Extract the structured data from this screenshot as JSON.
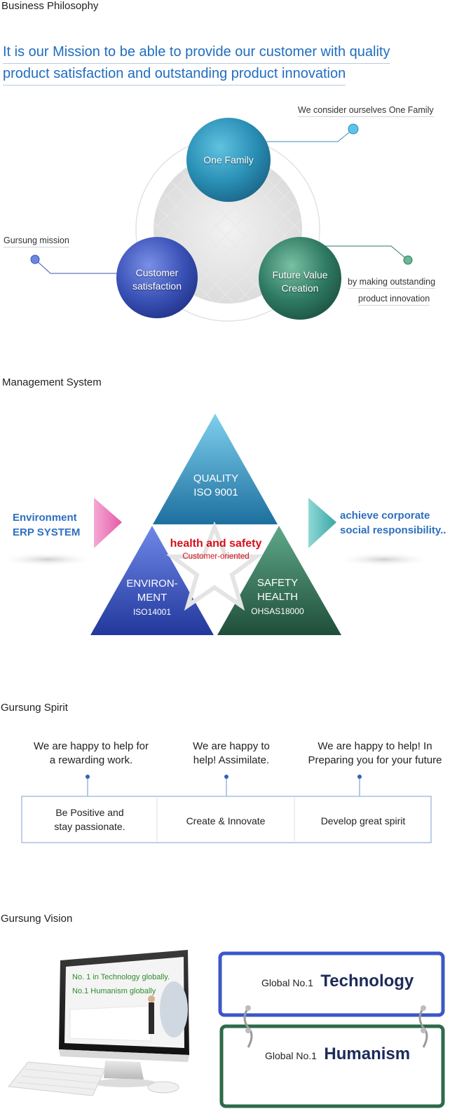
{
  "business": {
    "title": "Business Philosophy",
    "mission_line1": "It is our Mission to be able to provide our customer with quality",
    "mission_line2": "product satisfaction and outstanding product innovation",
    "circles": {
      "top": "One Family",
      "left_l1": "Customer",
      "left_l2": "satisfaction",
      "right_l1": "Future Value",
      "right_l2": "Creation"
    },
    "callouts": {
      "top": "We consider ourselves One Family",
      "left": "Gursung mission",
      "right_l1": "by making outstanding",
      "right_l2": "product innovation"
    }
  },
  "management": {
    "title": "Management System",
    "quality_l1": "QUALITY",
    "quality_l2": "ISO 9001",
    "env_l1": "ENVIRON-",
    "env_l2": "MENT",
    "env_l3": "ISO14001",
    "safety_l1": "SAFETY",
    "safety_l2": "HEALTH",
    "safety_l3": "OHSAS18000",
    "center_l1": "health and safety",
    "center_l2": "Customer-oriented",
    "left_l1": "Environment",
    "left_l2": "ERP SYSTEM",
    "right_l1": "achieve  corporate",
    "right_l2": "social responsibility.."
  },
  "spirit": {
    "title": "Gursung Spirit",
    "items": [
      {
        "top_l1": "We are happy to help for",
        "top_l2": "a rewarding work.",
        "box_l1": "Be Positive and",
        "box_l2": "stay passionate."
      },
      {
        "top_l1": "We are happy to",
        "top_l2": "help! Assimilate.",
        "box_l1": "Create & Innovate",
        "box_l2": ""
      },
      {
        "top_l1": "We are happy to help! In",
        "top_l2": "Preparing you for your future",
        "box_l1": "Develop great spirit",
        "box_l2": ""
      }
    ]
  },
  "vision": {
    "title": "Gursung Vision",
    "screen_l1": "No. 1 in Technology globally.",
    "screen_l2": "No.1 Humanism globally",
    "card1_small": "Global No.1",
    "card1_big": "Technology",
    "card2_small": "Global No.1",
    "card2_big": "Humanism"
  },
  "colors": {
    "blue_text": "#1f6dc0",
    "one_family": "#2a8fb5",
    "customer": "#3b53b8",
    "future": "#2f7a63",
    "quality": "#2a8fbf",
    "environment": "#2f4bb8",
    "safety": "#2b6a4f",
    "red": "#d6101b",
    "card_blue": "#3a57c8",
    "card_green": "#2d6a4a"
  }
}
